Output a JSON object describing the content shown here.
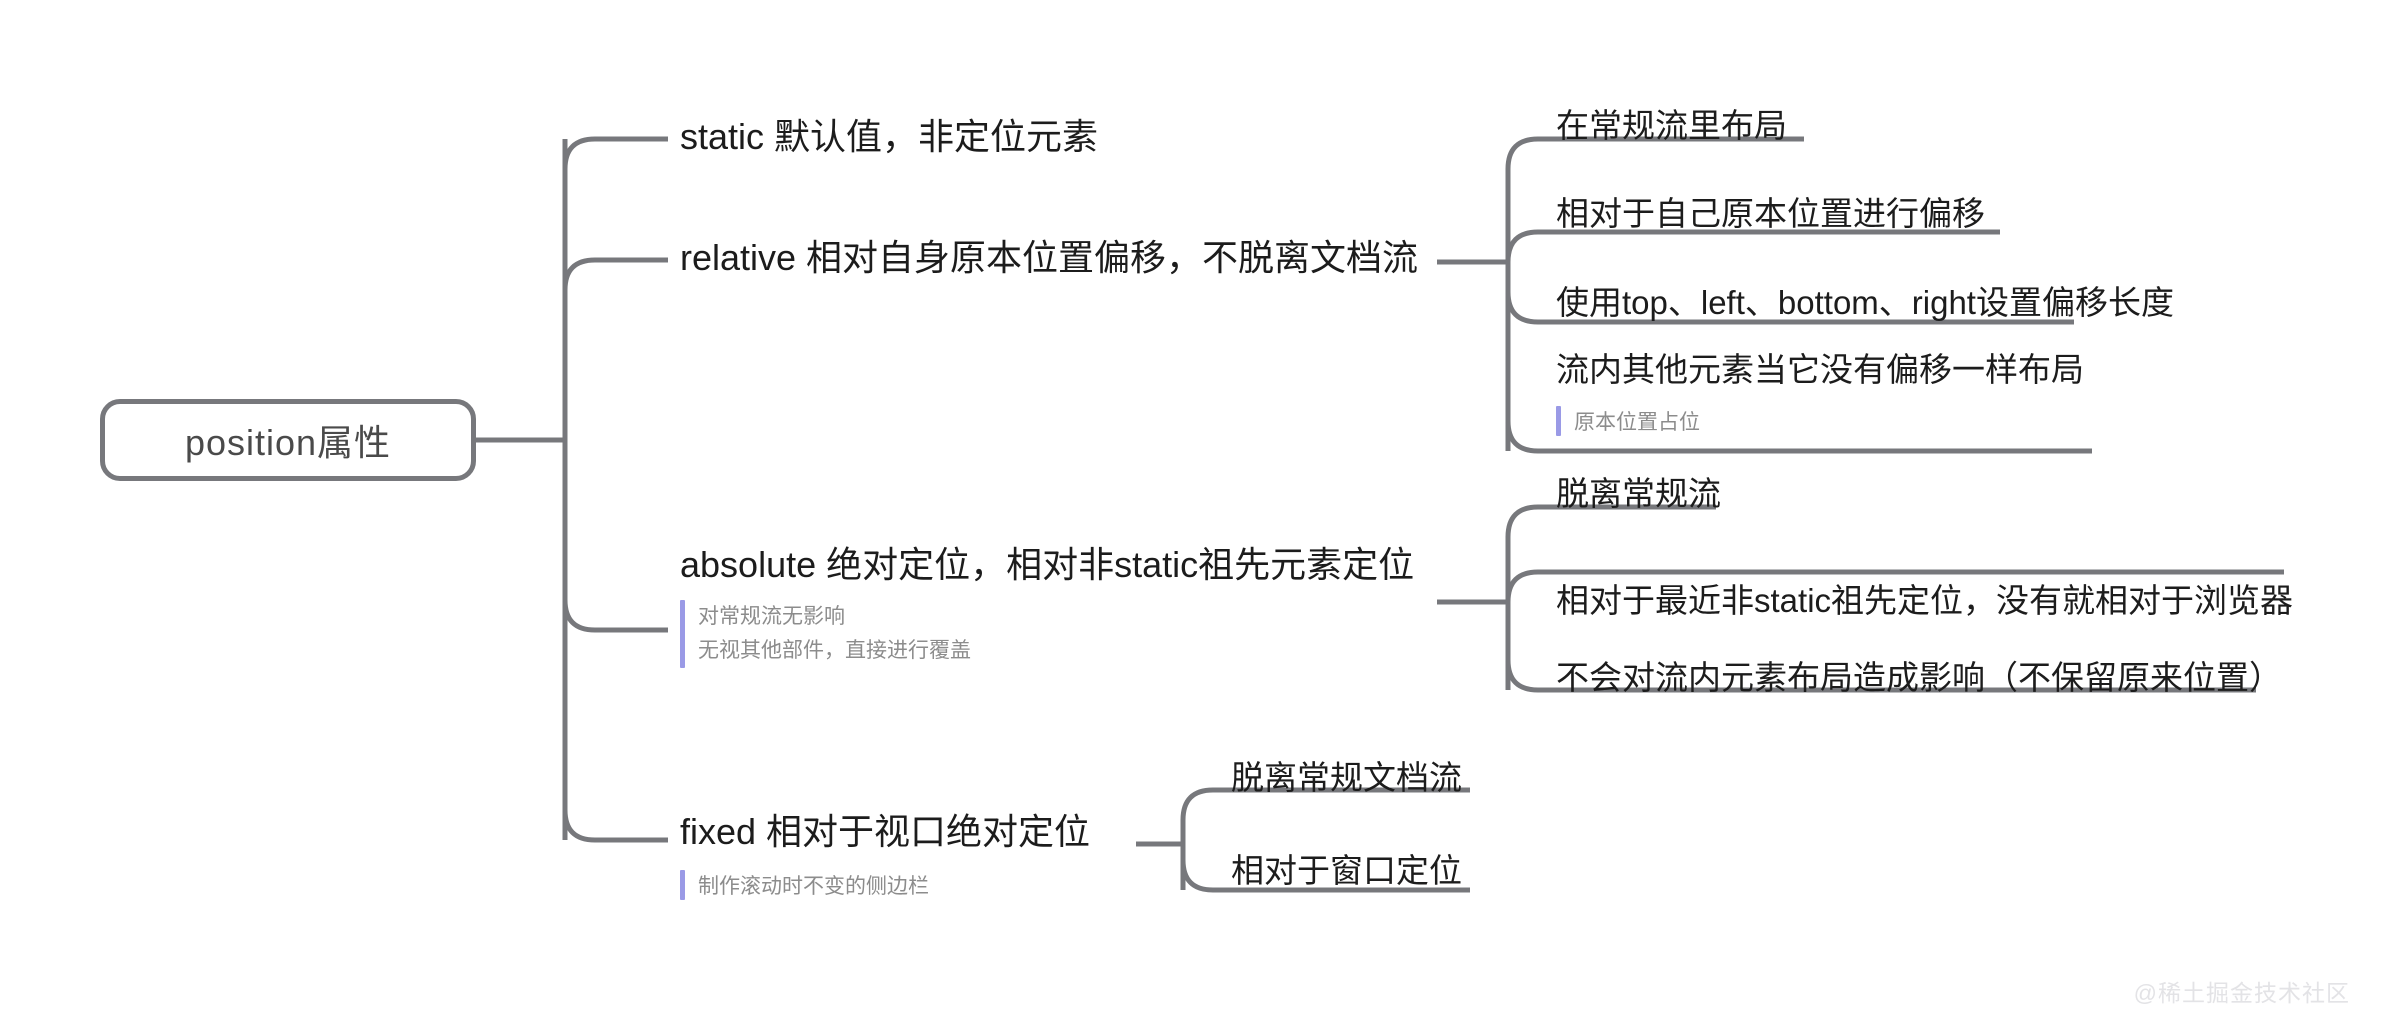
{
  "diagram": {
    "type": "mindmap",
    "title": "position属性",
    "root": {
      "label": "position属性"
    },
    "colors": {
      "line": "#77787c",
      "node_border": "#77787c",
      "root_text": "#4a4a4a",
      "branch_text": "#1c1c1c",
      "note_text": "#8c8c8c",
      "note_bar": "#9a9ae6",
      "watermark": "#e3e3e6",
      "background": "#ffffff"
    },
    "branches": [
      {
        "id": "static",
        "label": "static 默认值，非定位元素",
        "notes": [],
        "children": []
      },
      {
        "id": "relative",
        "label": "relative 相对自身原本位置偏移，不脱离文档流",
        "notes": [],
        "children": [
          {
            "label": "在常规流里布局",
            "notes": []
          },
          {
            "label": "相对于自己原本位置进行偏移",
            "notes": []
          },
          {
            "label": "使用top、left、bottom、right设置偏移长度",
            "notes": []
          },
          {
            "label": "流内其他元素当它没有偏移一样布局",
            "notes": [
              "原本位置占位"
            ]
          }
        ]
      },
      {
        "id": "absolute",
        "label": "absolute 绝对定位，相对非static祖先元素定位",
        "notes": [
          "对常规流无影响",
          "无视其他部件，直接进行覆盖"
        ],
        "children": [
          {
            "label": "脱离常规流",
            "notes": []
          },
          {
            "label": "相对于最近非static祖先定位，没有就相对于浏览器",
            "notes": []
          },
          {
            "label": "不会对流内元素布局造成影响（不保留原来位置）",
            "notes": []
          }
        ]
      },
      {
        "id": "fixed",
        "label": "fixed 相对于视口绝对定位",
        "notes": [
          "制作滚动时不变的侧边栏"
        ],
        "children": [
          {
            "label": "脱离常规文档流",
            "notes": []
          },
          {
            "label": "相对于窗口定位",
            "notes": []
          }
        ]
      }
    ]
  },
  "watermark": {
    "text": "@稀土掘金技术社区"
  }
}
